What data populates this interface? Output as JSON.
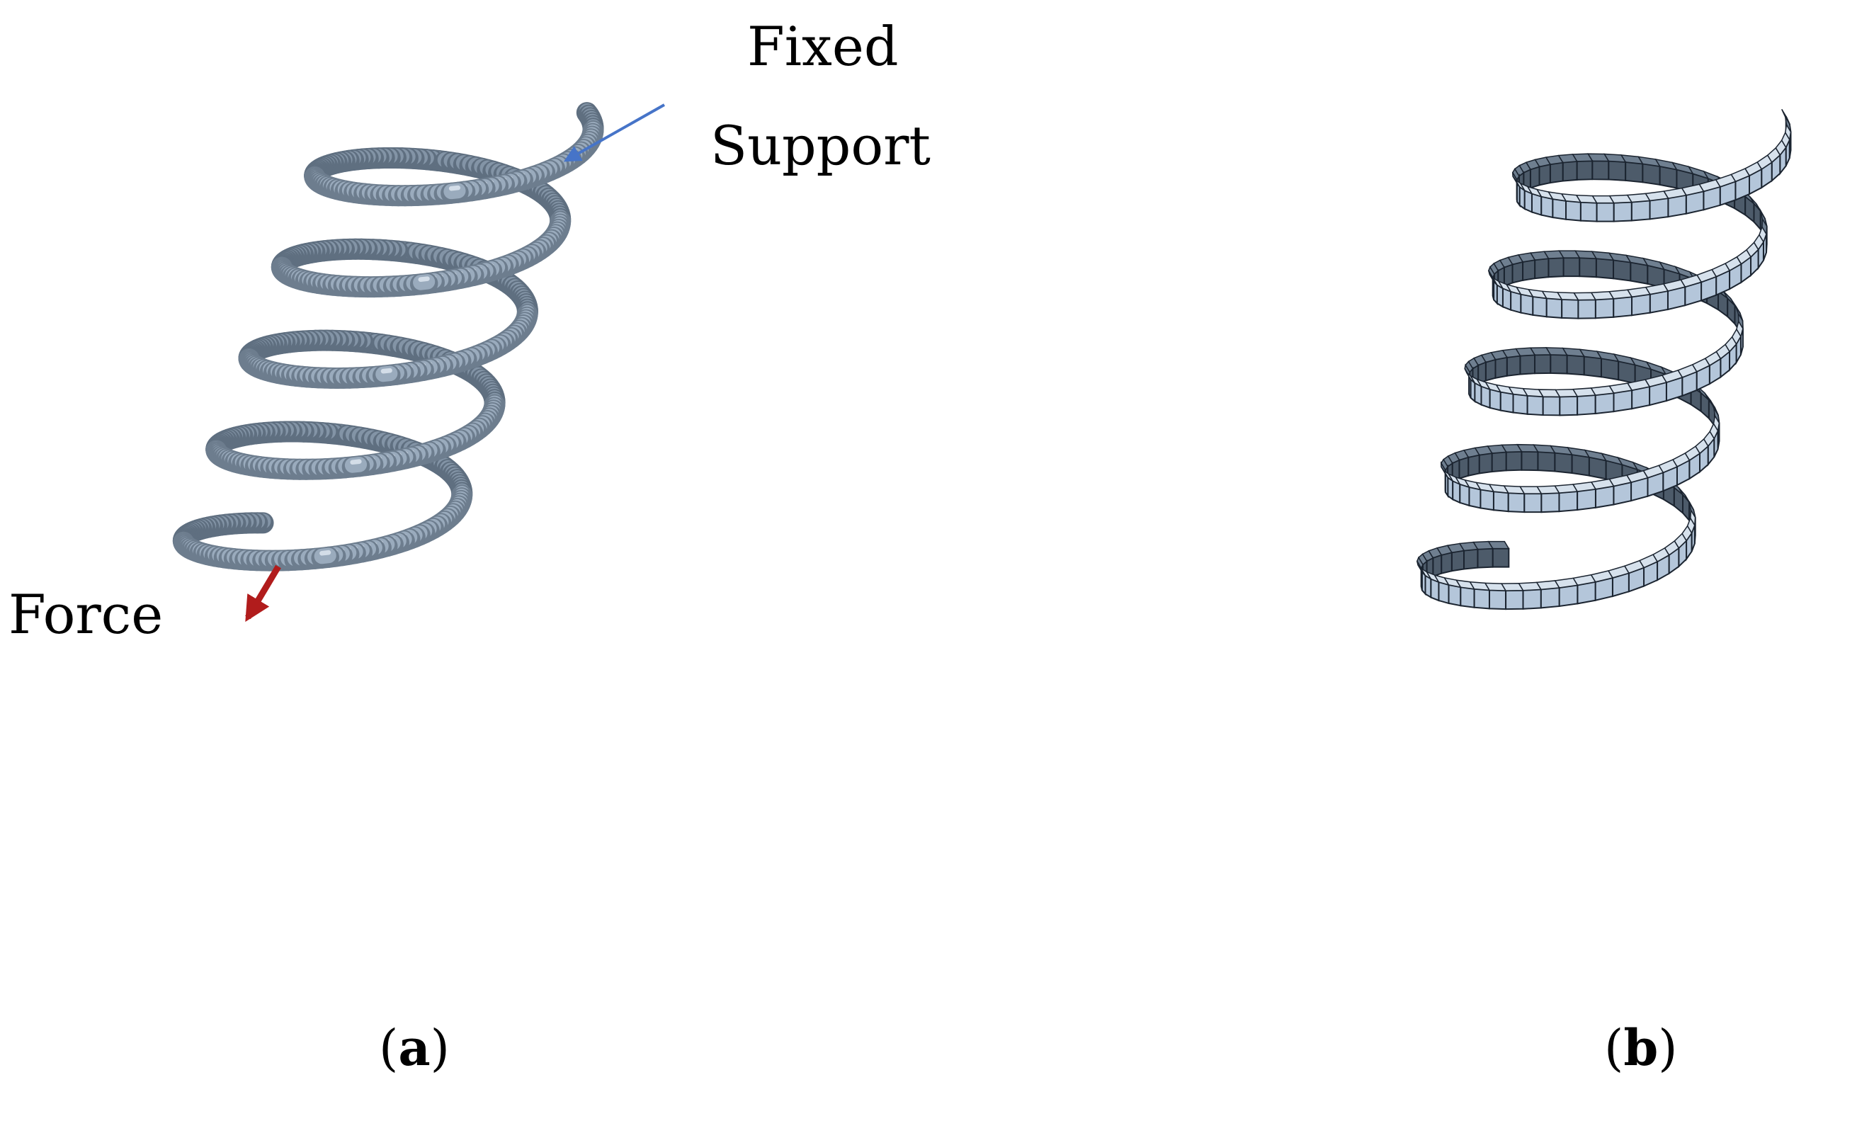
{
  "annotations": {
    "fixed_label": "Fixed",
    "support_label": "Support",
    "force_label": "Force"
  },
  "captions": {
    "a": {
      "open": "(",
      "letter": "a",
      "close": ")"
    },
    "b": {
      "open": "(",
      "letter": "b",
      "close": ")"
    }
  },
  "colors": {
    "spring_solid": "#9aabbd",
    "spring_solid_highlight": "#d3dde8",
    "spring_solid_shadow": "#5f6f80",
    "spring_mesh_fill": "#b4c6da",
    "spring_mesh_dark": "#4d5b6a",
    "mesh_line": "#1b2430",
    "support_arrow": "#4674c8",
    "force_arrow": "#b11c1c"
  },
  "icons": {
    "support_arrow": "arrow-pointing-to-support",
    "force_arrow": "force-arrow-down-left"
  }
}
